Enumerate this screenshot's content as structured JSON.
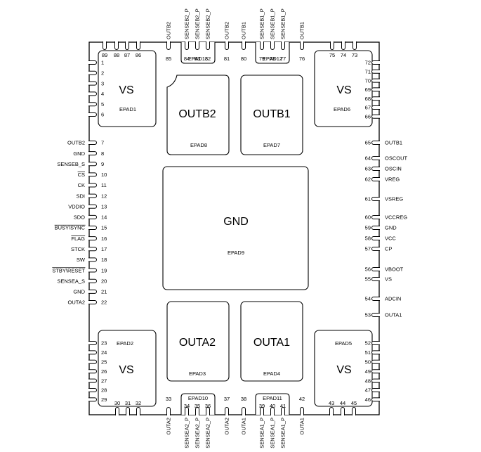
{
  "body_pads": {
    "epad1": {
      "name": "EPAD1",
      "label": "VS"
    },
    "epad6": {
      "name": "EPAD6",
      "label": "VS"
    },
    "epad2": {
      "name": "EPAD2",
      "label": "VS"
    },
    "epad5": {
      "name": "EPAD5",
      "label": "VS"
    },
    "epad8": {
      "name": "EPAD8",
      "label": "OUTB2"
    },
    "epad7": {
      "name": "EPAD7",
      "label": "OUTB1"
    },
    "epad3": {
      "name": "EPAD3",
      "label": "OUTA2"
    },
    "epad4": {
      "name": "EPAD4",
      "label": "OUTA1"
    },
    "epad9": {
      "name": "EPAD9",
      "label": "GND"
    },
    "epad13": {
      "name": "EPAD13"
    },
    "epad12": {
      "name": "EPAD12"
    },
    "epad10": {
      "name": "EPAD10"
    },
    "epad11": {
      "name": "EPAD11"
    }
  },
  "left_pins": [
    {
      "num": "7",
      "label": "OUTB2"
    },
    {
      "num": "8",
      "label": "GND"
    },
    {
      "num": "9",
      "label": "SENSEB_S"
    },
    {
      "num": "10",
      "label": "CS"
    },
    {
      "num": "11",
      "label": "CK"
    },
    {
      "num": "12",
      "label": "SDI"
    },
    {
      "num": "13",
      "label": "VDDIO"
    },
    {
      "num": "14",
      "label": "SDO"
    },
    {
      "num": "15",
      "label": "BUSY\\SYNC"
    },
    {
      "num": "16",
      "label": "FLAG"
    },
    {
      "num": "17",
      "label": "STCK"
    },
    {
      "num": "18",
      "label": "SW"
    },
    {
      "num": "19",
      "label": "STBY\\RESET"
    },
    {
      "num": "20",
      "label": "SENSEA_S"
    },
    {
      "num": "21",
      "label": "GND"
    },
    {
      "num": "22",
      "label": "OUTA2"
    }
  ],
  "left_corner_top_pins": [
    "1",
    "2",
    "3",
    "4",
    "5",
    "6"
  ],
  "left_corner_bottom_pins": [
    "23",
    "24",
    "25",
    "26",
    "27",
    "28",
    "29"
  ],
  "right_pins": [
    {
      "num": "65",
      "label": "OUTB1"
    },
    {
      "num": "64",
      "label": "OSCOUT"
    },
    {
      "num": "63",
      "label": "OSCIN"
    },
    {
      "num": "62",
      "label": "VREG"
    },
    {
      "num": "61",
      "label": "VSREG"
    },
    {
      "num": "60",
      "label": "VCCREG"
    },
    {
      "num": "59",
      "label": "GND"
    },
    {
      "num": "58",
      "label": "VCC"
    },
    {
      "num": "57",
      "label": "CP"
    },
    {
      "num": "56",
      "label": "VBOOT"
    },
    {
      "num": "55",
      "label": "VS"
    },
    {
      "num": "54",
      "label": "ADCIN"
    },
    {
      "num": "53",
      "label": "OUTA1"
    }
  ],
  "right_corner_top_pins": [
    "72",
    "71",
    "70",
    "69",
    "68",
    "67",
    "66"
  ],
  "right_corner_bottom_pins": [
    "52",
    "51",
    "50",
    "49",
    "48",
    "47",
    "46"
  ],
  "top_pins": [
    {
      "num": "85",
      "label": "OUTB2"
    },
    {
      "num": "84",
      "label": "SENSEB2_P"
    },
    {
      "num": "83",
      "label": "SENSEB2_P"
    },
    {
      "num": "82",
      "label": "SENSEB2_P"
    },
    {
      "num": "81",
      "label": "OUTB2"
    },
    {
      "num": "80",
      "label": "OUTB1"
    },
    {
      "num": "79",
      "label": "SENSEB1_P"
    },
    {
      "num": "78",
      "label": "SENSEB1_P"
    },
    {
      "num": "77",
      "label": "SENSEB1_P"
    },
    {
      "num": "76",
      "label": "OUTB1"
    }
  ],
  "top_corner_left_pins": [
    "89",
    "88",
    "87",
    "86"
  ],
  "top_corner_right_pins": [
    "75",
    "74",
    "73"
  ],
  "bottom_pins": [
    {
      "num": "33",
      "label": "OUTA2"
    },
    {
      "num": "34",
      "label": "SENSEA2_P"
    },
    {
      "num": "35",
      "label": "SENSEA2_P"
    },
    {
      "num": "36",
      "label": "SENSEA2_P"
    },
    {
      "num": "37",
      "label": "OUTA2"
    },
    {
      "num": "38",
      "label": "OUTA1"
    },
    {
      "num": "39",
      "label": "SENSEA1_P"
    },
    {
      "num": "40",
      "label": "SENSEA1_P"
    },
    {
      "num": "41",
      "label": "SENSEA1_P"
    },
    {
      "num": "42",
      "label": "OUTA1"
    }
  ],
  "bottom_corner_left_pins": [
    "30",
    "31",
    "32"
  ],
  "bottom_corner_right_pins": [
    "43",
    "44",
    "45"
  ]
}
